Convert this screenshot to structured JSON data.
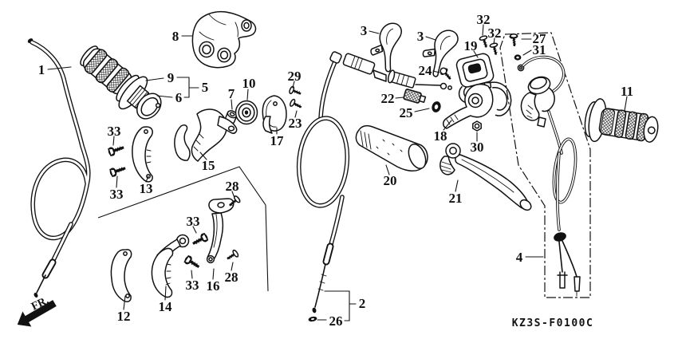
{
  "diagram": {
    "code": "KZ3S-F0100C",
    "front_marker": "FR.",
    "background": "#ffffff",
    "line_color": "#111111"
  },
  "callouts": [
    "1",
    "8",
    "9",
    "5",
    "6",
    "7",
    "10",
    "29",
    "23",
    "17",
    "33",
    "33",
    "13",
    "15",
    "3",
    "3",
    "24",
    "22",
    "25",
    "18",
    "30",
    "20",
    "21",
    "19",
    "32",
    "32",
    "27",
    "31",
    "11",
    "4",
    "28",
    "33",
    "33",
    "16",
    "28",
    "12",
    "14",
    "2",
    "26"
  ]
}
